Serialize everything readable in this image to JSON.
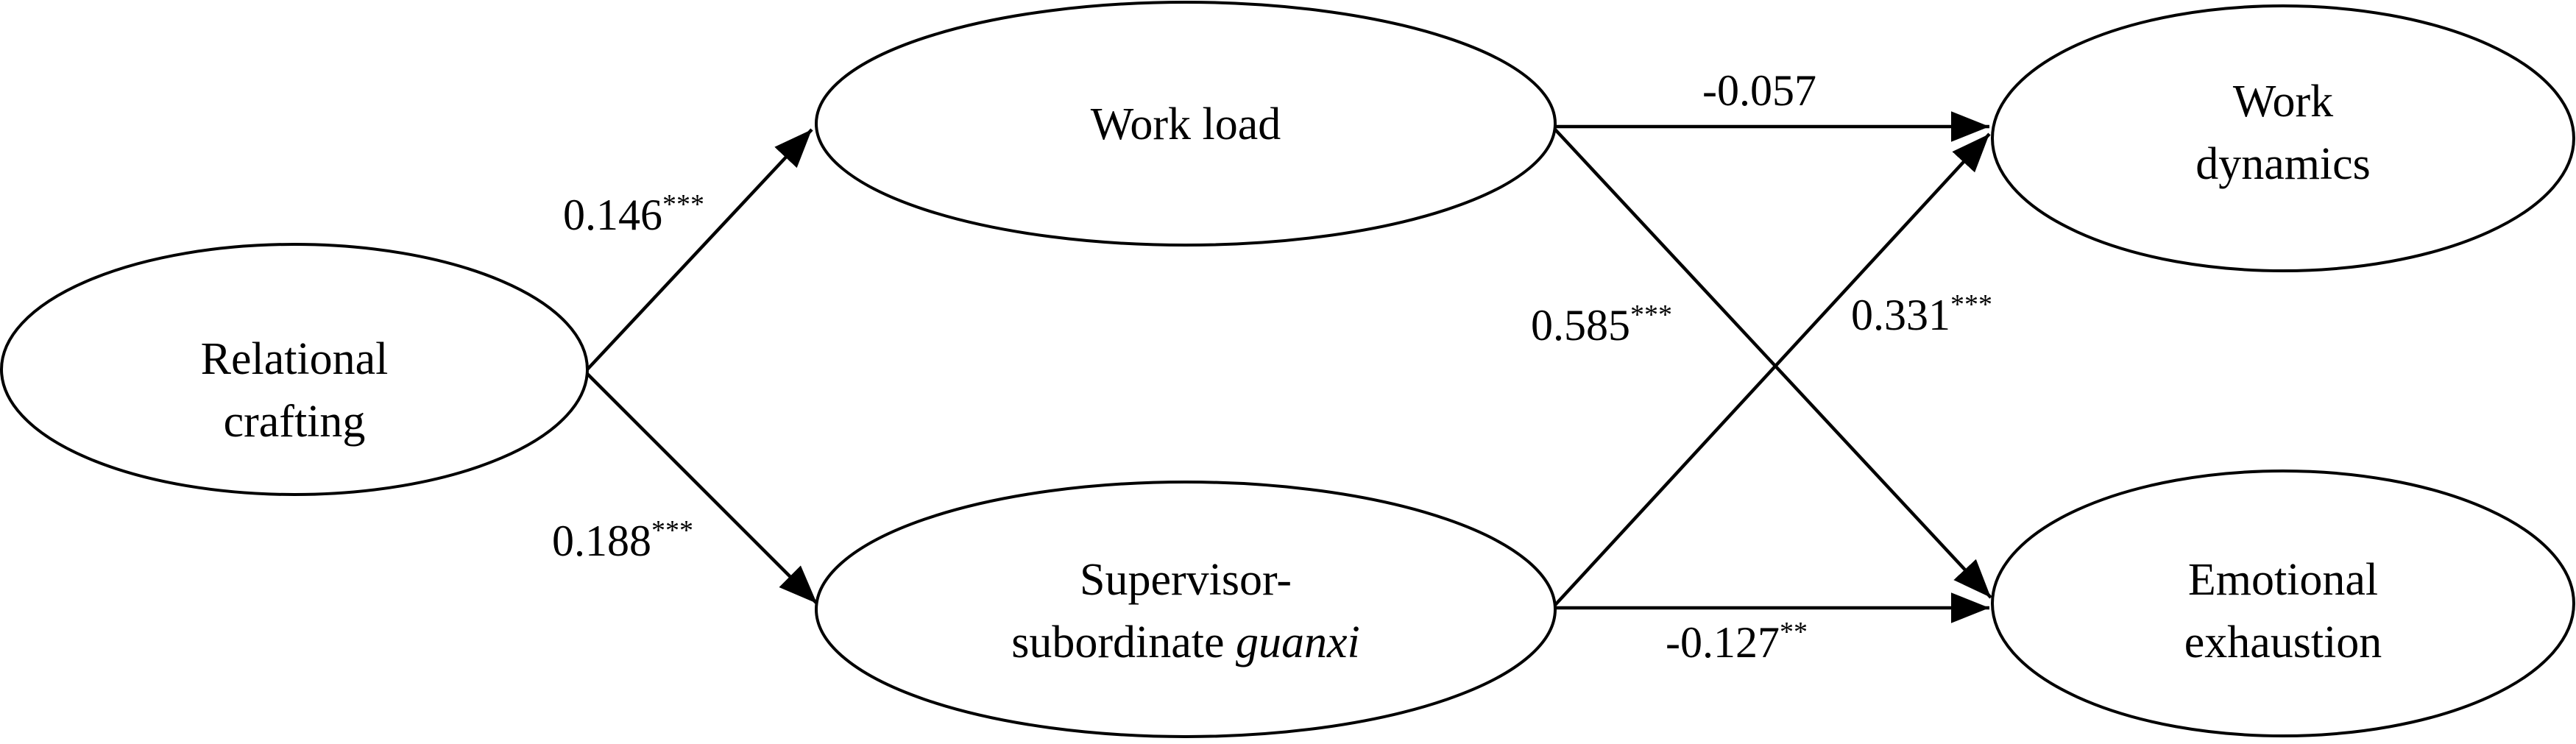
{
  "nodes": {
    "relational_crafting": {
      "lines": [
        "Relational",
        "crafting"
      ]
    },
    "work_load": {
      "lines": [
        "Work load"
      ]
    },
    "guanxi": {
      "line1": "Supervisor-",
      "line2_plain": "subordinate ",
      "line2_italic": "guanxi"
    },
    "work_dynamics": {
      "lines": [
        "Work",
        "dynamics"
      ]
    },
    "emotional_exhaustion": {
      "lines": [
        "Emotional",
        "exhaustion"
      ]
    }
  },
  "paths": {
    "rc_to_workload": {
      "coef": "0.146",
      "sig": "***"
    },
    "rc_to_guanxi": {
      "coef": "0.188",
      "sig": "***"
    },
    "workload_to_dynamics": {
      "coef": "-0.057",
      "sig": ""
    },
    "workload_to_exhaustion": {
      "coef": "0.585",
      "sig": "***"
    },
    "guanxi_to_dynamics": {
      "coef": "0.331",
      "sig": "***"
    },
    "guanxi_to_exhaustion": {
      "coef": "-0.127",
      "sig": "**"
    }
  }
}
